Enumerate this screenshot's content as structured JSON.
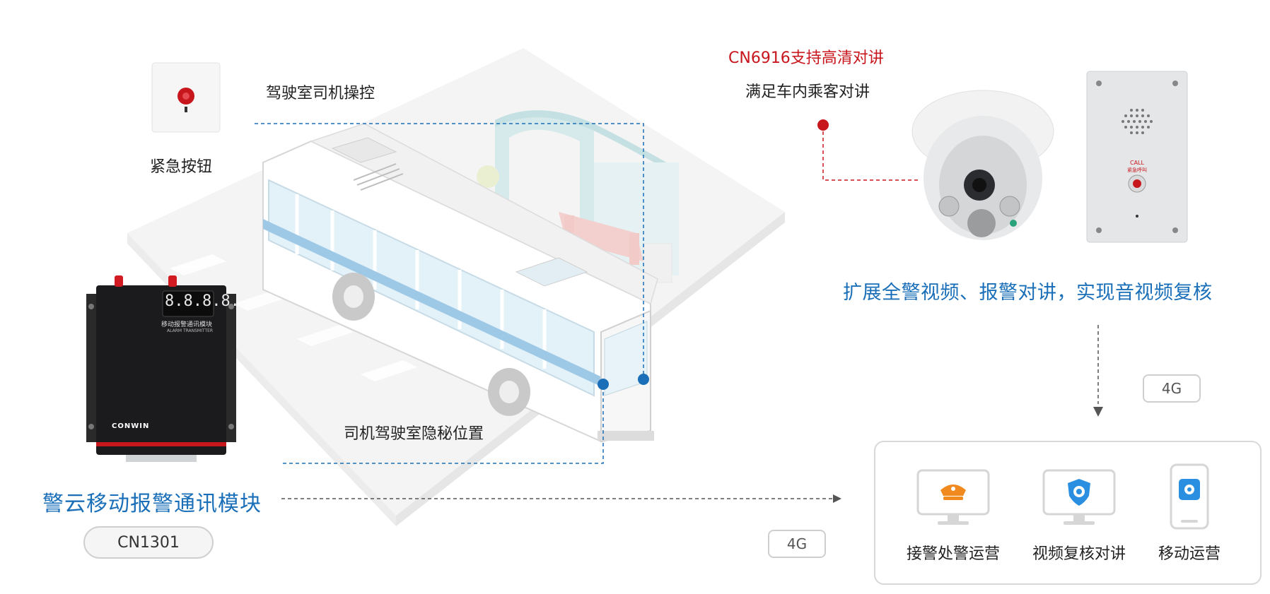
{
  "labels": {
    "emergency_button": "紧急按钮",
    "cab_driver_control": "驾驶室司机操控",
    "driver_hidden_position": "司机驾驶室隐秘位置",
    "module_title": "警云移动报警通讯模块",
    "module_model": "CN1301",
    "camera_model_feature": "CN6916支持高清对讲",
    "passenger_intercom": "满足车内乘客对讲",
    "extension_title": "扩展全警视频、报警对讲，实现音视频复核",
    "network_4g_a": "4G",
    "network_4g_b": "4G"
  },
  "device_text": {
    "display_digits": "8.8.8.8.",
    "module_cn": "移动报警通讯模块",
    "module_en": "ALARM TRANSMITTER",
    "brand": "CONWIN",
    "call": "CALL",
    "call_cn": "紧急呼叫"
  },
  "platforms": [
    {
      "label": "接警处警运营",
      "icon": "police-cap-icon"
    },
    {
      "label": "视频复核对讲",
      "icon": "eye-shield-icon"
    },
    {
      "label": "移动运营",
      "icon": "mobile-app-icon"
    }
  ],
  "colors": {
    "accent_blue": "#1a6fb8",
    "accent_red": "#c8161d",
    "icon_orange": "#f08a1e",
    "icon_blue": "#2a8fe0"
  }
}
